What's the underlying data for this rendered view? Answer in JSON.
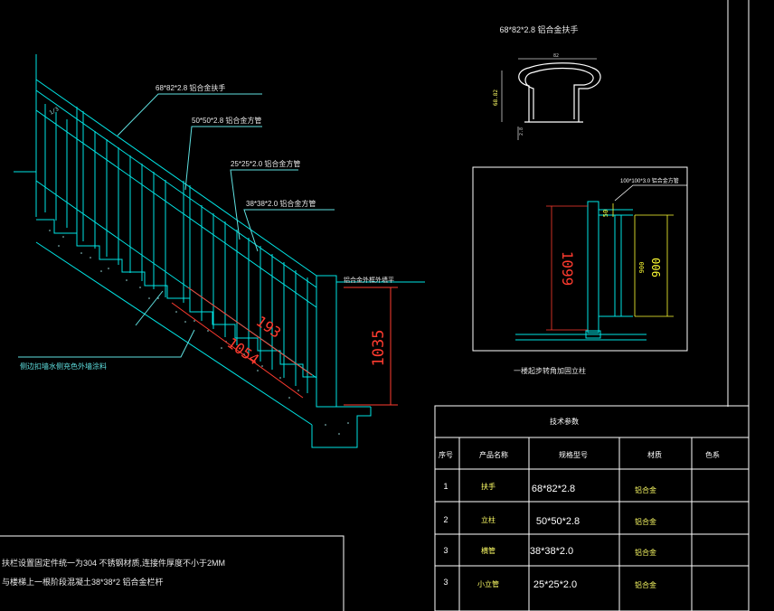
{
  "colors": {
    "background": "#000000",
    "structure": "#00e5e5",
    "dimension": "#ff3b2f",
    "label": "#e8e8e8",
    "highlight": "#ffff33",
    "leader": "#5fe0e0",
    "table_line": "#ffffff",
    "table_text": "#ffffff",
    "table_accent": "#ffff66"
  },
  "section_label": "68*82*2.8 铝合金扶手",
  "section_dims": {
    "width": "82",
    "height": "68.82",
    "lip": "2.8"
  },
  "stair_callouts": [
    {
      "text": "68*82*2.8 铝合金扶手"
    },
    {
      "text": "50*50*2.8 铝合金方管"
    },
    {
      "text": "25*25*2.0 铝合金方管"
    },
    {
      "text": "38*38*2.0 铝合金方管"
    },
    {
      "text": "铝合金外框外墙平"
    }
  ],
  "stair_dims": {
    "height": "1035",
    "diag1": "193",
    "diag2": "1054",
    "slope_note": "1/3"
  },
  "side_note": "侧边扣墙水侧充色外墙涂料",
  "detail_box": {
    "callout": "100*100*3.0 铝合金方管",
    "dim_total": "1099",
    "dim_inner": "900",
    "dim_inner2": "900",
    "dim_top": "50",
    "caption": "一楼起步转角加固立柱"
  },
  "notes": [
    "扶栏设置固定件统一为304 不锈钢材质,连接件厚度不小于2MM",
    "与楼梯上一根阶段混凝土38*38*2 铝合金栏杆"
  ],
  "table": {
    "title": "技术参数",
    "headers": [
      "序号",
      "产品名称",
      "规格型号",
      "材质",
      "色系"
    ],
    "rows": [
      [
        "1",
        "扶手",
        "68*82*2.8",
        "铝合金",
        ""
      ],
      [
        "2",
        "立柱",
        "50*50*2.8",
        "铝合金",
        ""
      ],
      [
        "3",
        "横管",
        "38*38*2.0",
        "铝合金",
        ""
      ],
      [
        "3",
        "小立管",
        "25*25*2.0",
        "铝合金",
        ""
      ]
    ]
  }
}
